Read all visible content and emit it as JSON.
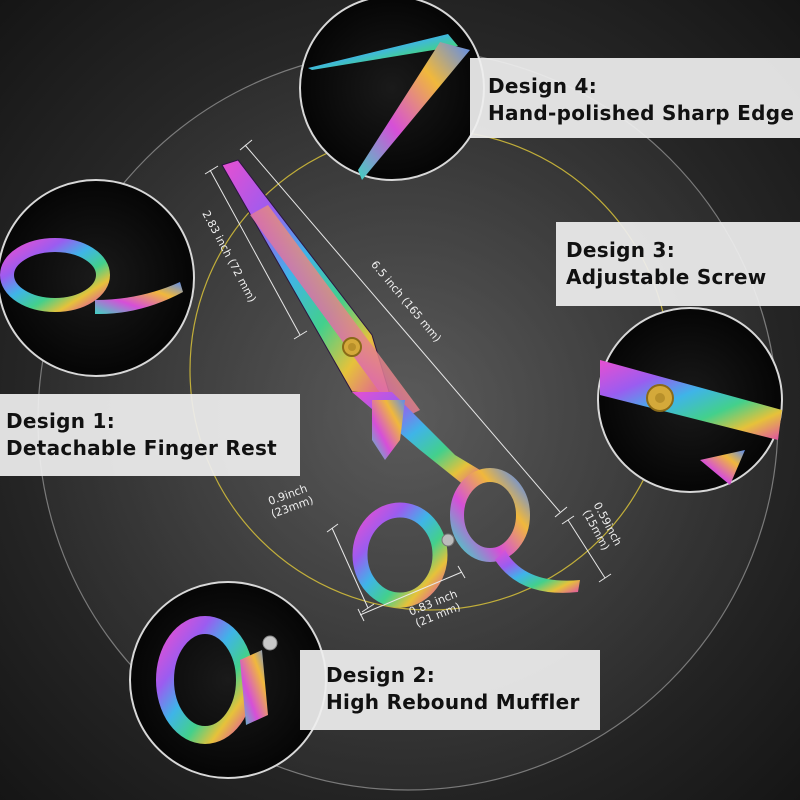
{
  "designs": {
    "design4": {
      "title": "Design 4:",
      "subtitle": "Hand-polished Sharp Edge"
    },
    "design3": {
      "title": "Design 3:",
      "subtitle": "Adjustable Screw"
    },
    "design1": {
      "title": "Design 1:",
      "subtitle": "Detachable Finger Rest"
    },
    "design2": {
      "title": "Design 2:",
      "subtitle": "High Rebound Muffler"
    }
  },
  "dimensions": {
    "blade_length": "2.83 inch (72 mm)",
    "total_length": "6.5 inch (165 mm)",
    "ring_width_in": "0.9inch",
    "ring_width_mm": "(23mm)",
    "ring_gap_in": "0.83 inch",
    "ring_gap_mm": "(21 mm)",
    "tail_in": "0.59inch",
    "tail_mm": "(15mm)"
  },
  "colors": {
    "background": "#2b2b2b",
    "accent_line": "#d8c23a",
    "label_bg": "#eeeeee",
    "screw": "#d4a93a"
  }
}
